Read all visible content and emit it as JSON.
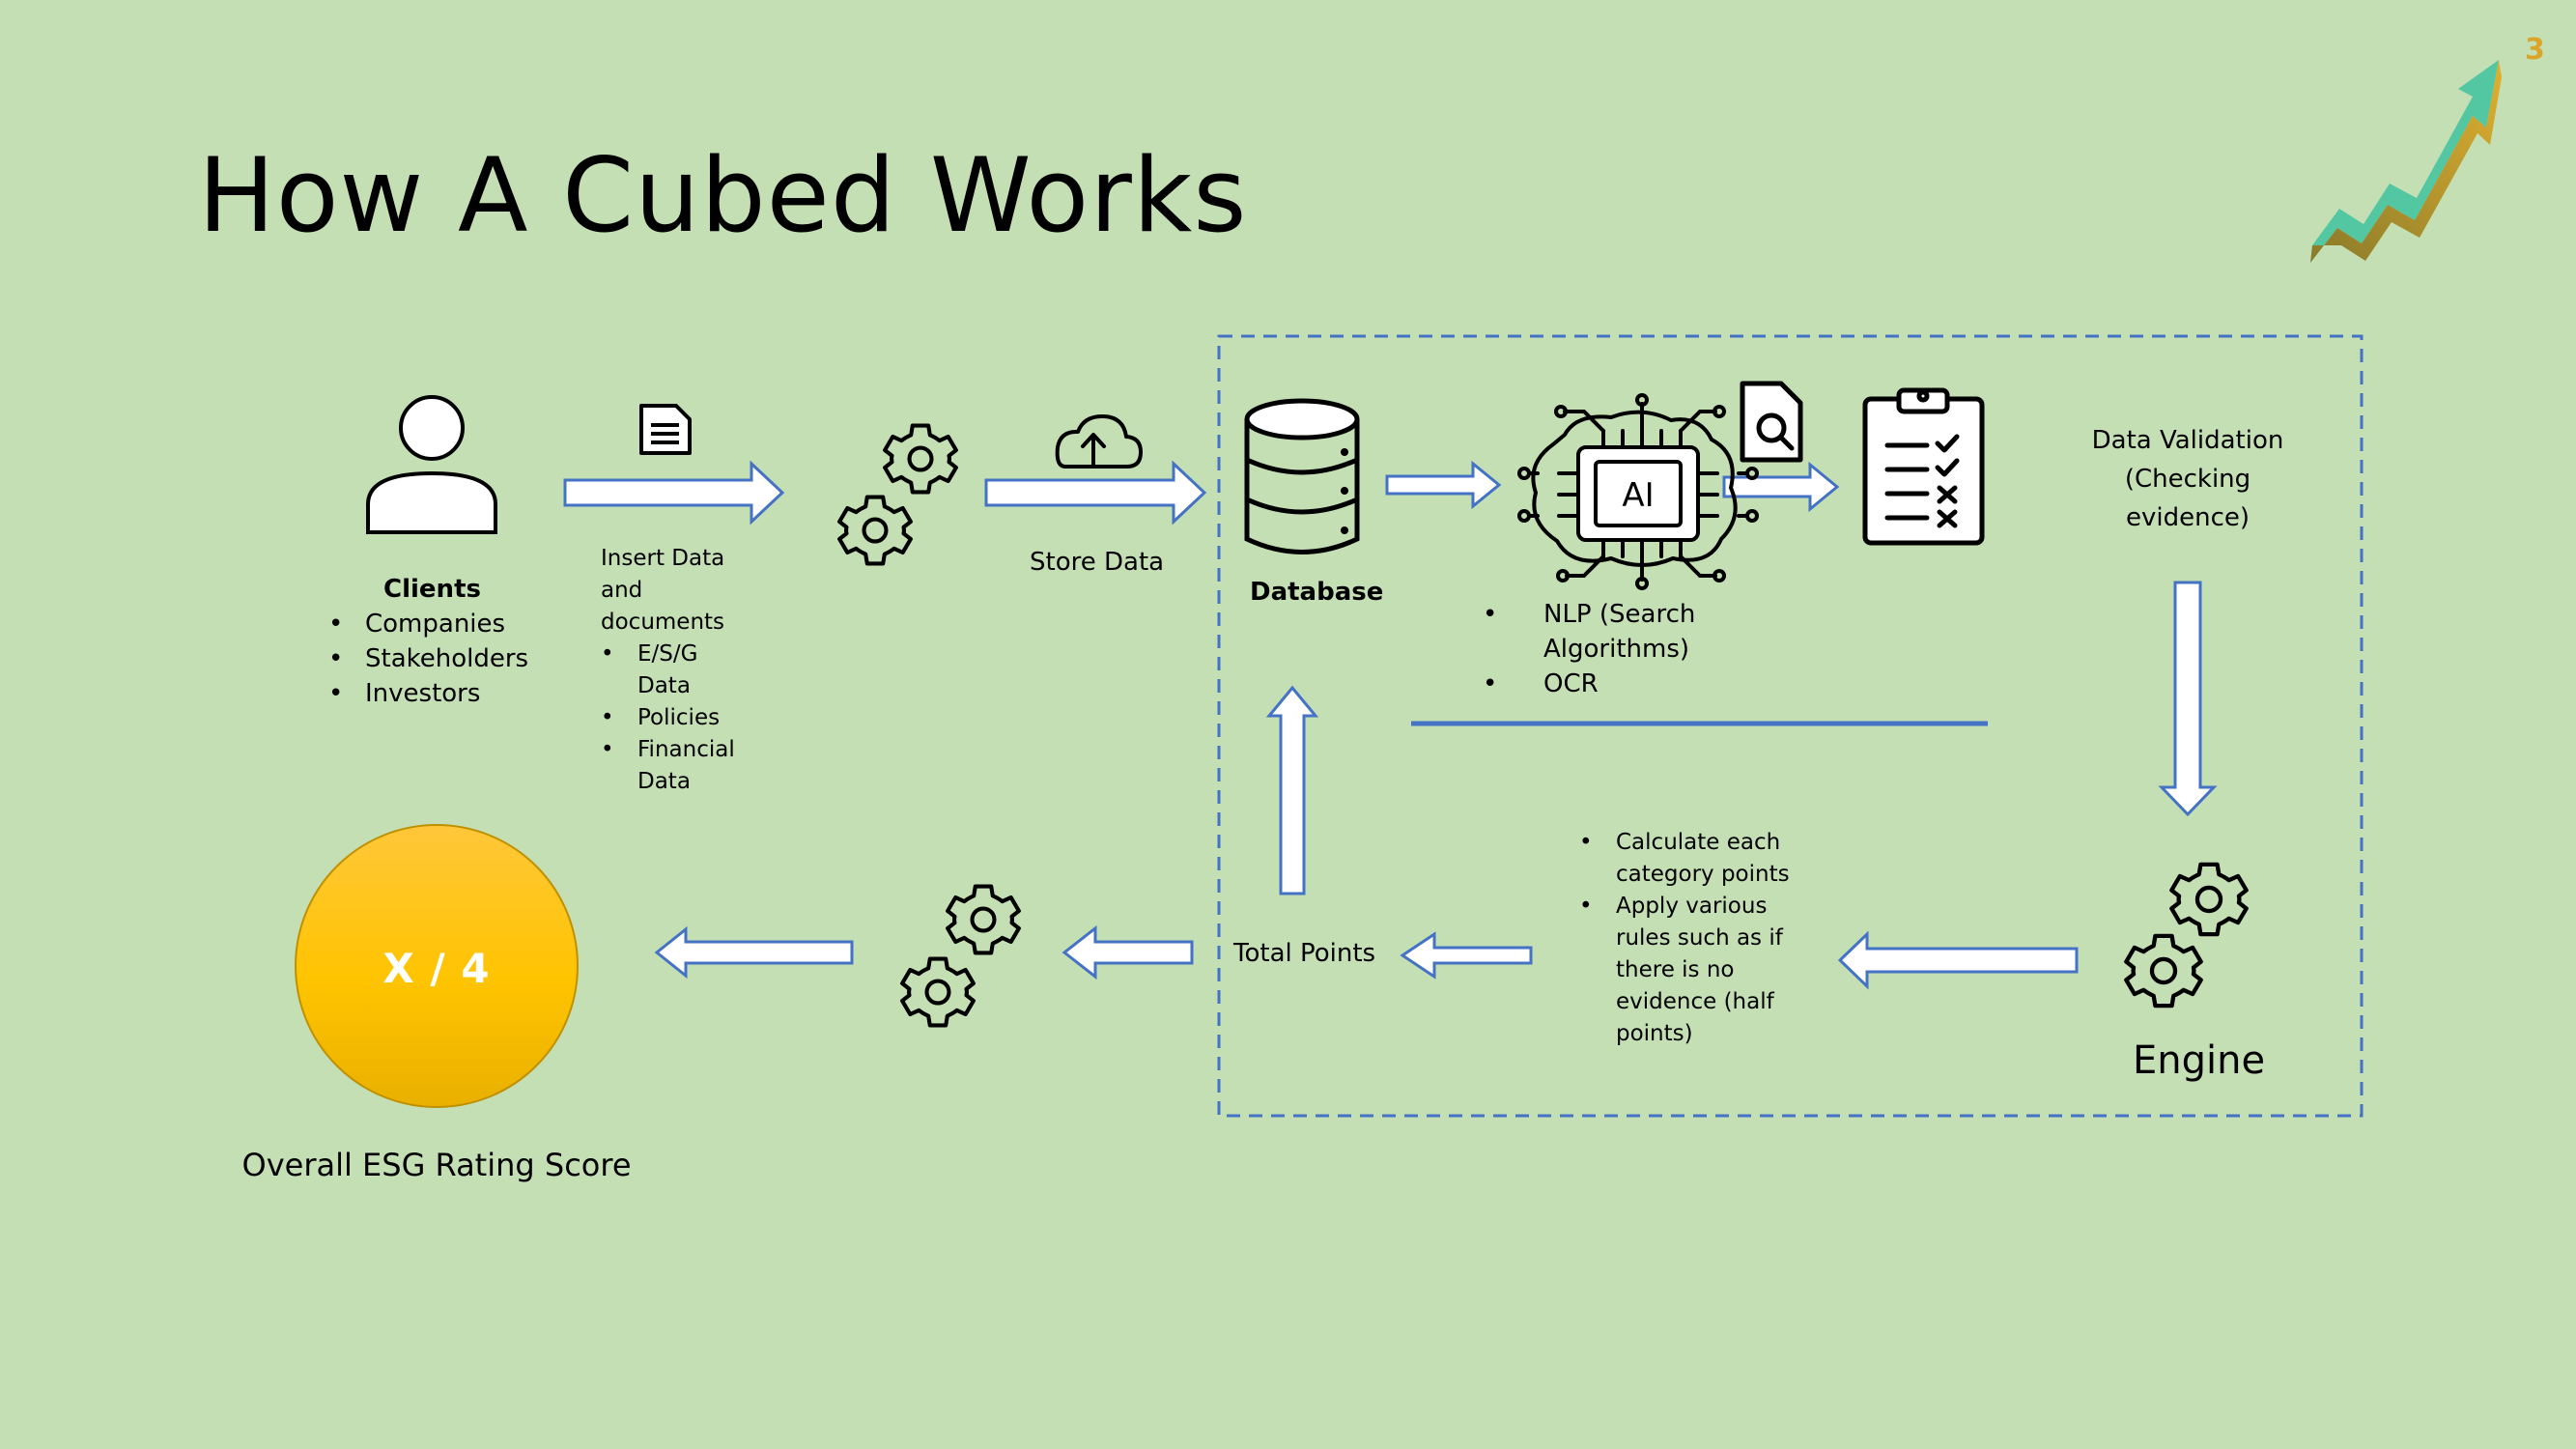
{
  "title": "How A Cubed Works",
  "clients": {
    "heading": "Clients",
    "items": [
      "Companies",
      "Stakeholders",
      "Investors"
    ]
  },
  "insert": {
    "lines": [
      "Insert Data",
      "and",
      "documents"
    ],
    "items": [
      [
        "E/S/G",
        "Data"
      ],
      [
        "Policies"
      ],
      [
        "Financial",
        "Data"
      ]
    ]
  },
  "store_label": "Store Data",
  "database_label": "Database",
  "nlp_items": [
    [
      "NLP (Search",
      "Algorithms)"
    ],
    [
      "OCR"
    ]
  ],
  "validation_lines": [
    "Data Validation",
    "(Checking",
    "evidence)"
  ],
  "engine_label": "Engine",
  "rules_items": [
    [
      "Calculate each",
      "category points"
    ],
    [
      "Apply various",
      "rules such as if",
      "there is no",
      "evidence (half",
      "points)"
    ]
  ],
  "total_points_label": "Total Points",
  "score": {
    "value": "X / 4",
    "label": "Overall ESG Rating Score"
  },
  "logo_superscript": "3",
  "colors": {
    "background": "#c5dfb4",
    "arrow_outline": "#4472c4",
    "arrow_fill": "#ffffff",
    "dashed_box": "#4472c4",
    "score_fill_top": "#ffc73a",
    "score_fill_bottom": "#e9b000",
    "logo_teal": "#52c7a2",
    "logo_gold": "#d9a52b"
  },
  "icons": [
    "user-icon",
    "document-icon",
    "gears-icon",
    "cloud-upload-icon",
    "database-icon",
    "ai-chip-icon",
    "search-document-icon",
    "checklist-clipboard-icon",
    "engine-gears-icon",
    "logo"
  ]
}
